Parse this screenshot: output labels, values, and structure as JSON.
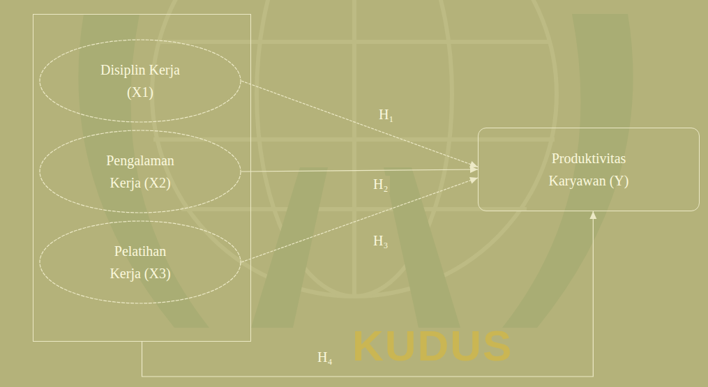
{
  "diagram": {
    "nodes": [
      {
        "text": []
      },
      {
        "text": [
          "Disiplin Kerja (X1)"
        ],
        "in": 0
      },
      {
        "text": [
          "Pengalaman Kerja (X2)"
        ],
        "in": 0
      },
      {
        "text": [
          "Pelatihan Kerja (X3)"
        ],
        "in": 0
      },
      {
        "text": [
          "Produktivitas Karyawan (Y)"
        ]
      }
    ],
    "edges": [
      {
        "from": 1,
        "to": 4,
        "label": "H₁",
        "arrow": "to"
      },
      {
        "from": 2,
        "to": 4,
        "label": "H₂",
        "arrow": "to"
      },
      {
        "from": 3,
        "to": 4,
        "label": "H₃",
        "arrow": "to"
      },
      {
        "from": 0,
        "to": 4,
        "label": "H₄",
        "arrow": "to"
      }
    ],
    "labels": [
      "KUDUS"
    ]
  }
}
